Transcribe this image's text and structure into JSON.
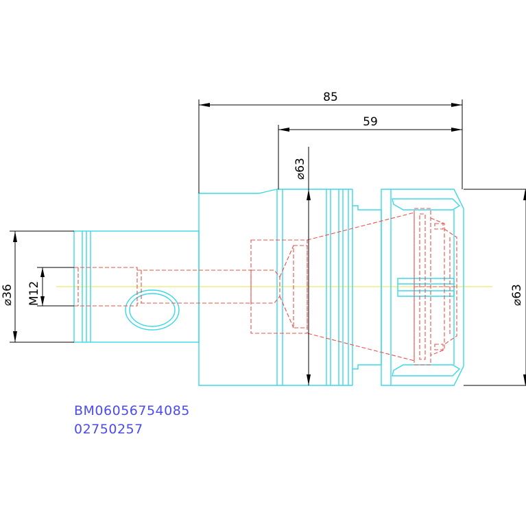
{
  "drawing": {
    "colors": {
      "outline": "#3ad8e8",
      "hidden_lines": "#e8504a",
      "centerline": "#e6e44a",
      "dimensions": "#000000",
      "part_code": "#4a4af2"
    },
    "dimensions": {
      "overall_length": "85",
      "nose_length": "59",
      "flange_diameter": "⌀63",
      "nut_diameter": "⌀63",
      "shank_diameter": "⌀36",
      "thread": "M12"
    },
    "part_code_line1": "BM06056754085",
    "part_code_line2": "02750257"
  }
}
